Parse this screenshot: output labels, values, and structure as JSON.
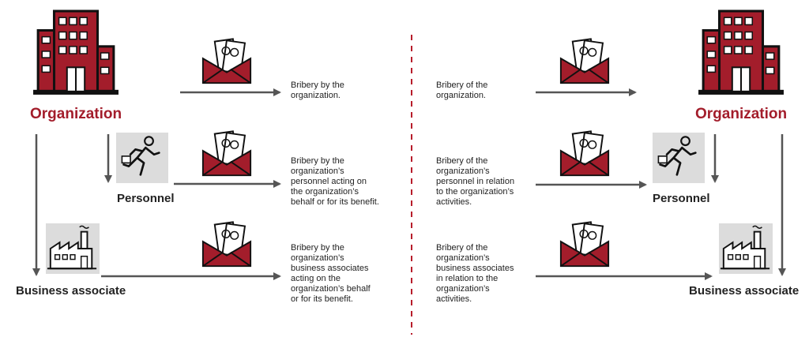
{
  "left": {
    "organization_label": "Organization",
    "personnel_label": "Personnel",
    "business_associate_label": "Business associate",
    "descriptions": [
      [
        "Bribery by the",
        "organization."
      ],
      [
        "Bribery by the",
        "organization’s",
        "personnel acting on",
        "the organization’s",
        "behalf or for its benefit."
      ],
      [
        "Bribery by the",
        "organization’s",
        "business associates",
        "acting on the",
        "organization’s behalf",
        "or for its benefit."
      ]
    ]
  },
  "right": {
    "organization_label": "Organization",
    "personnel_label": "Personnel",
    "business_associate_label": "Business associate",
    "descriptions": [
      [
        "Bribery of the",
        "organization."
      ],
      [
        "Bribery of the",
        "organization’s",
        "personnel in relation",
        "to the organization’s",
        "activities."
      ],
      [
        "Bribery of the",
        "organization’s",
        "business associates",
        "in relation to the",
        "organization’s",
        "activities."
      ]
    ]
  },
  "colors": {
    "accent_red": "#a31d2b",
    "dark_red": "#7a1520",
    "arrow_gray": "#555555",
    "divider_red": "#b71c2b",
    "icon_bg": "#dcdcdc"
  },
  "icons": [
    "building-icon",
    "running-man-icon",
    "factory-icon",
    "money-envelope-icon"
  ]
}
